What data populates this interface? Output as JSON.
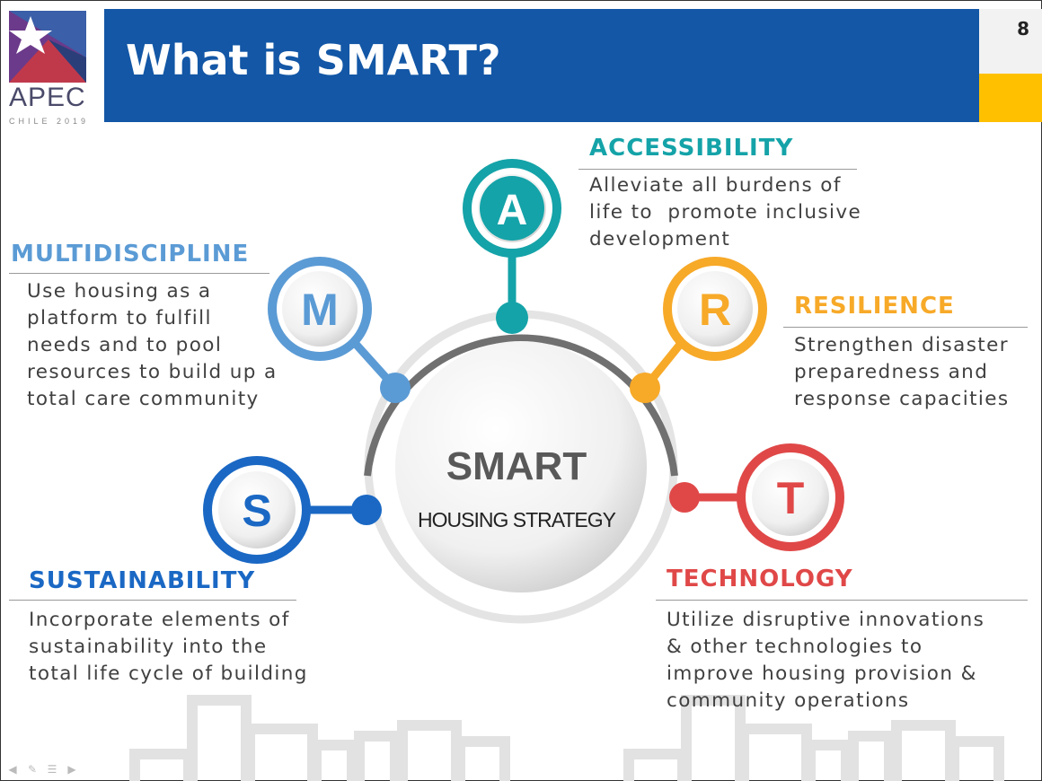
{
  "slide": {
    "title": "What is SMART?",
    "page_number": "8",
    "logo": {
      "word": "APEC",
      "sub": "CHILE 2019"
    },
    "center": {
      "title": "SMART",
      "subtitle": "HOUSING STRATEGY"
    }
  },
  "items": {
    "a": {
      "letter": "A",
      "heading": "ACCESSIBILITY",
      "color": "#14a3a8",
      "text": "Alleviate all burdens of\nlife to  promote inclusive\ndevelopment"
    },
    "m": {
      "letter": "M",
      "heading": "MULTIDISCIPLINE",
      "color": "#5b9bd5",
      "text": "Use housing as a\nplatform to fulfill\nneeds and to pool\nresources to build up a\ntotal care community"
    },
    "r": {
      "letter": "R",
      "heading": "RESILIENCE",
      "color": "#f7a928",
      "text": "Strengthen disaster\npreparedness and\nresponse capacities"
    },
    "s": {
      "letter": "S",
      "heading": "SUSTAINABILITY",
      "color": "#1a68c4",
      "text": "Incorporate elements of\nsustainability into the\ntotal life cycle of building"
    },
    "t": {
      "letter": "T",
      "heading": "TECHNOLOGY",
      "color": "#e04848",
      "text": "Utilize disruptive innovations\n& other technologies to\nimprove housing provision &\ncommunity operations"
    }
  }
}
